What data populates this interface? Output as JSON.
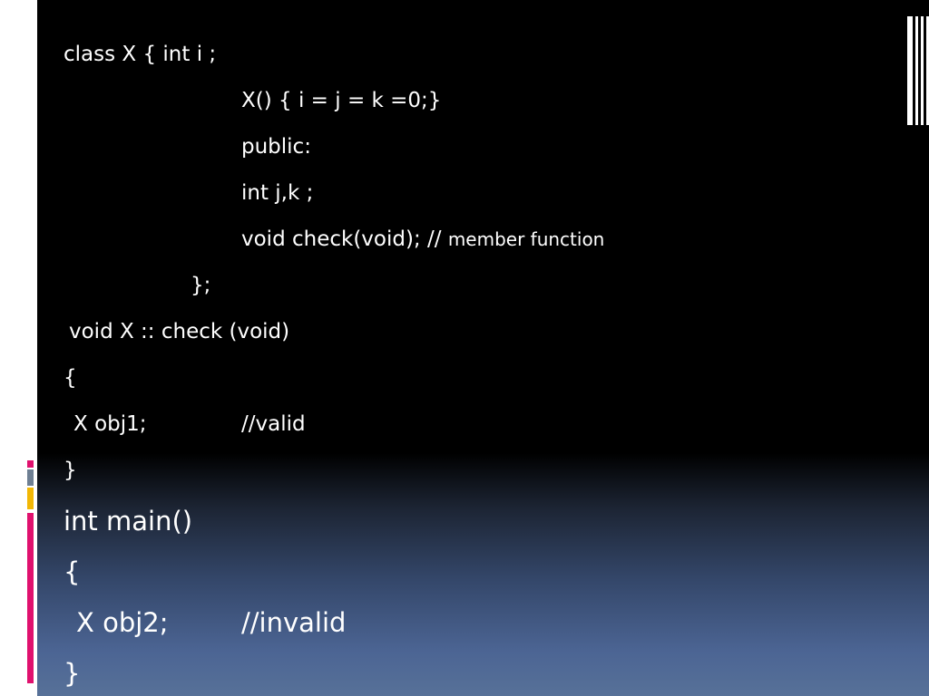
{
  "slide": {
    "lines": [
      {
        "text": "class X { int i ;"
      },
      {
        "text": "X() { i = j = k =0;}"
      },
      {
        "text": "public:"
      },
      {
        "text": "int j,k ;"
      },
      {
        "text": "void check(void); // ",
        "comment": "member function"
      },
      {
        "text": "};"
      },
      {
        "text": "void X :: check (void)"
      },
      {
        "text": "{"
      },
      {
        "code": "X obj1;",
        "comment": "//valid"
      },
      {
        "text": "}"
      },
      {
        "text": "int main()"
      },
      {
        "text": "{"
      },
      {
        "code": "X obj2;",
        "comment": "//invalid"
      },
      {
        "text": "}"
      }
    ]
  },
  "colors": {
    "background_top": "#000000",
    "background_bottom": "#577198",
    "text": "#ffffff",
    "accent_pink": "#e0116e",
    "accent_yellow": "#f2b705",
    "accent_gray": "#6e7f93"
  }
}
